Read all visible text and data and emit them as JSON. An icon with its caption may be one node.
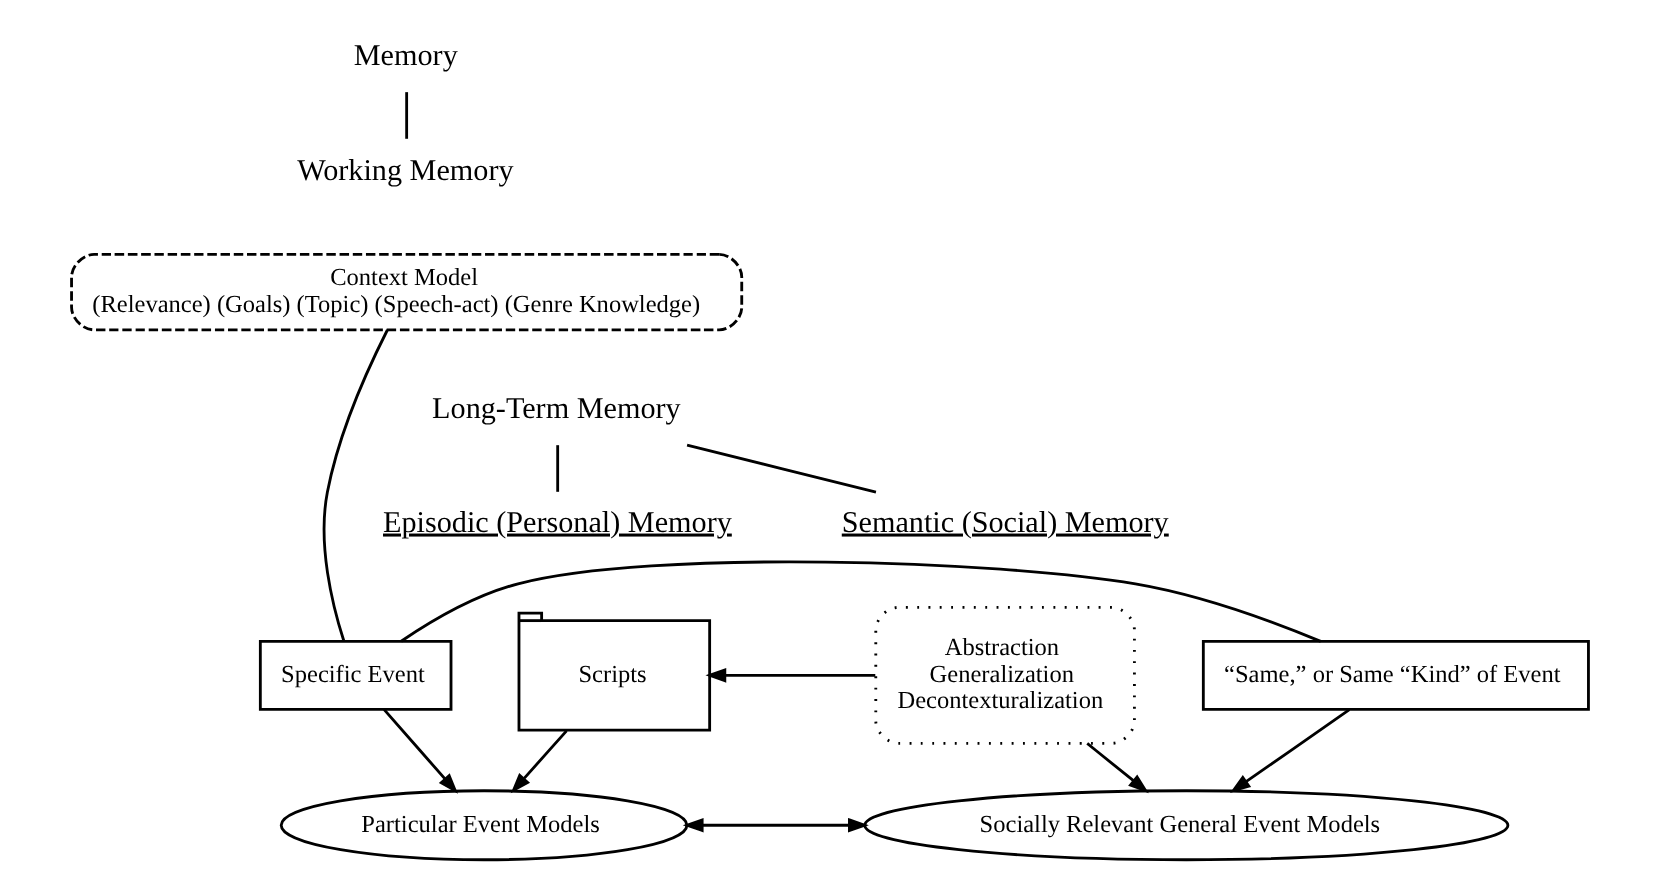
{
  "diagram": {
    "nodes": [
      {
        "text": [
          "Memory"
        ]
      },
      {
        "text": [
          "Working Memory"
        ]
      },
      {
        "text": [
          "Context Model",
          "(Relevance) (Goals) (Topic) (Speech-act) (Genre Knowledge)"
        ]
      },
      {
        "text": [
          "Long-Term Memory"
        ]
      },
      {
        "text": [
          "Episodic (Personal) Memory"
        ]
      },
      {
        "text": [
          "Semantic (Social) Memory"
        ]
      },
      {
        "text": [
          "Specific Event"
        ]
      },
      {
        "text": [
          "“Same,” or Same “Kind” of Event"
        ]
      },
      {
        "text": [
          "Abstraction",
          "Generalization",
          "Decontexturalization"
        ]
      },
      {
        "text": [
          "Scripts"
        ]
      },
      {
        "text": [
          "Particular Event Models"
        ]
      },
      {
        "text": [
          "Socially Relevant General Event Models"
        ]
      }
    ],
    "edges": [
      {
        "from": 0,
        "to": 1,
        "arrow": "none"
      },
      {
        "from": 3,
        "to": 4,
        "arrow": "none"
      },
      {
        "from": 3,
        "to": 5,
        "arrow": "none"
      },
      {
        "from": 2,
        "to": 6,
        "arrow": "none"
      },
      {
        "from": 6,
        "to": 7,
        "arrow": "none"
      },
      {
        "from": 6,
        "to": 10,
        "arrow": "to"
      },
      {
        "from": 7,
        "to": 11,
        "arrow": "to"
      },
      {
        "from": 10,
        "to": 11,
        "arrow": "both"
      },
      {
        "from": 8,
        "to": 11,
        "arrow": "to"
      },
      {
        "from": 8,
        "to": 9,
        "arrow": "to"
      },
      {
        "from": 9,
        "to": 10,
        "arrow": "to"
      }
    ]
  }
}
